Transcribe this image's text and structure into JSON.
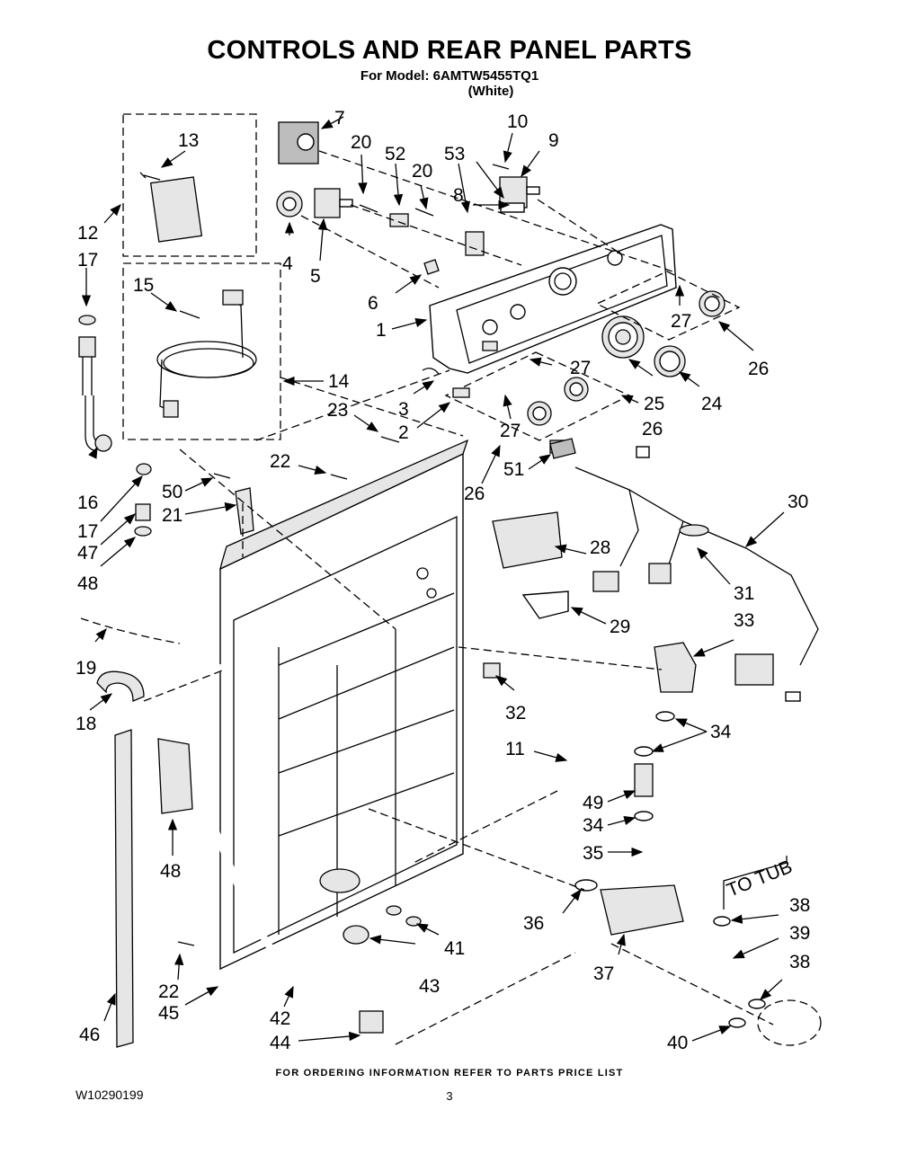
{
  "header": {
    "title": "CONTROLS AND REAR PANEL PARTS",
    "model_line": "For Model: 6AMTW5455TQ1",
    "color_line": "(White)"
  },
  "footer": {
    "ordering_note": "FOR ORDERING INFORMATION REFER TO PARTS PRICE LIST",
    "document_number": "W10290199",
    "page_number": "3"
  },
  "diagram": {
    "annotation": "TO TUB",
    "callouts": [
      "1",
      "2",
      "3",
      "4",
      "5",
      "6",
      "7",
      "8",
      "9",
      "10",
      "11",
      "12",
      "13",
      "14",
      "15",
      "16",
      "17",
      "17",
      "18",
      "19",
      "20",
      "20",
      "21",
      "22",
      "22",
      "23",
      "24",
      "25",
      "26",
      "26",
      "26",
      "27",
      "27",
      "27",
      "28",
      "29",
      "30",
      "31",
      "32",
      "33",
      "34",
      "34",
      "35",
      "36",
      "37",
      "38",
      "38",
      "39",
      "40",
      "41",
      "42",
      "43",
      "44",
      "45",
      "46",
      "47",
      "48",
      "48",
      "49",
      "50",
      "51",
      "52",
      "53"
    ]
  }
}
